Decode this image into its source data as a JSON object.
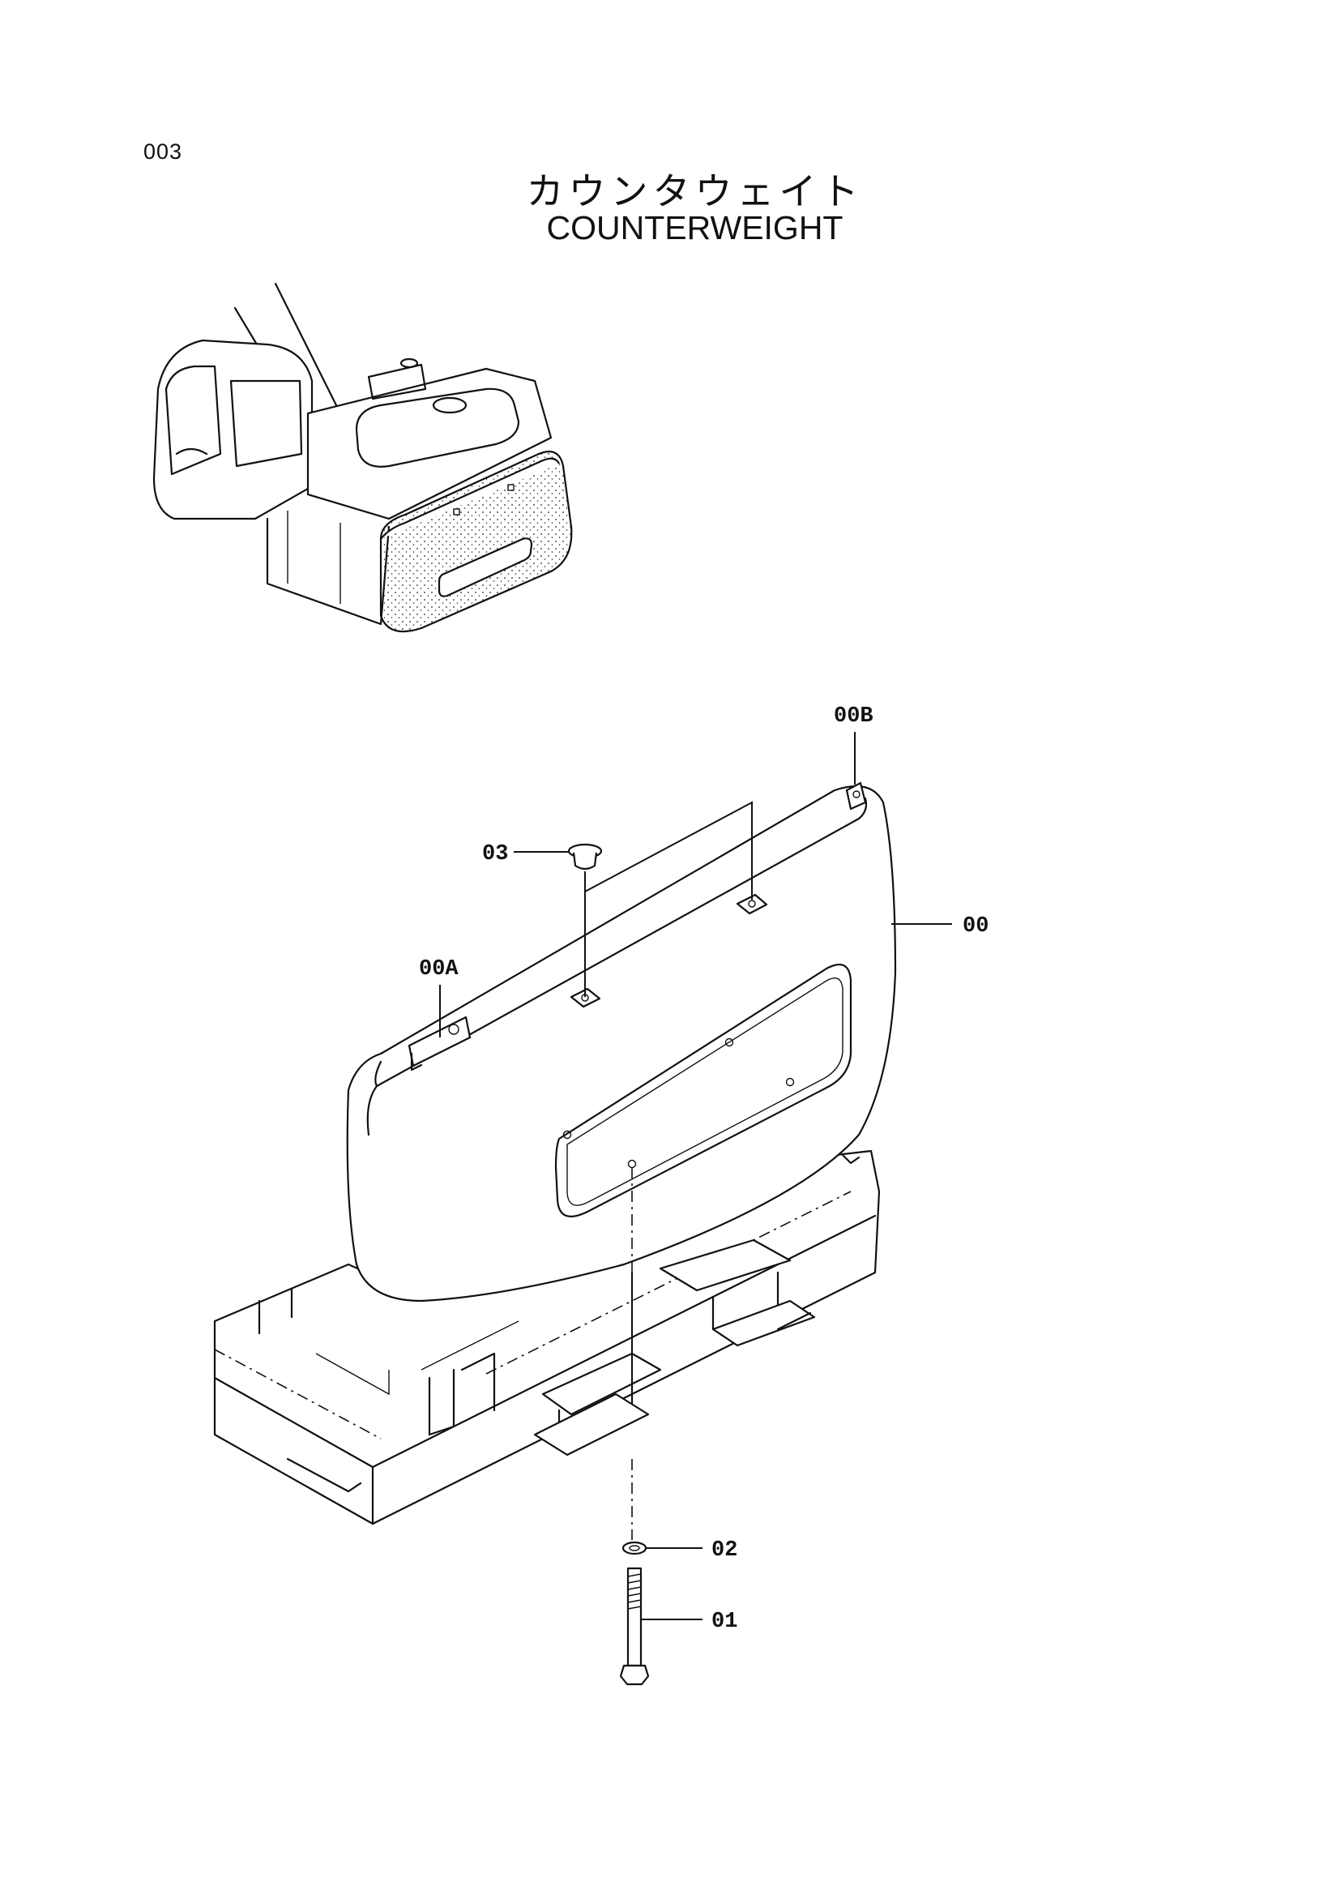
{
  "page_number": "003",
  "title_jp": "カウンタウェイト",
  "title_en": "COUNTERWEIGHT",
  "callouts": {
    "counterweight": "00",
    "bracket_a": "00A",
    "bracket_b": "00B",
    "bolt": "01",
    "washer": "02",
    "cap": "03"
  }
}
